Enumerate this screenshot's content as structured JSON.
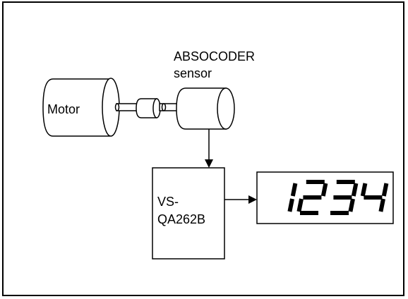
{
  "diagram": {
    "motor_label": "Motor",
    "sensor_label_line1": "ABSOCODER",
    "sensor_label_line2": "sensor",
    "controller_label_line1": "VS-",
    "controller_label_line2": "QA262B",
    "display_value": "1234"
  },
  "colors": {
    "stroke": "#000000",
    "background": "#ffffff"
  }
}
